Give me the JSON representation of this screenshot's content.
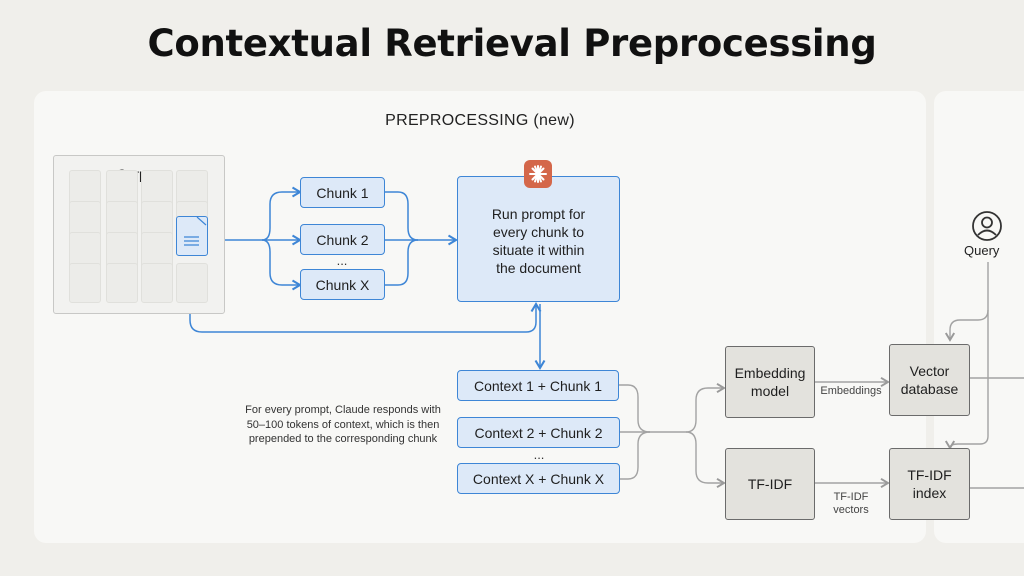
{
  "title": "Contextual Retrieval Preprocessing",
  "panel": {
    "title": "PREPROCESSING (new)"
  },
  "corpus": {
    "label": "Corpus"
  },
  "chunks": [
    {
      "label": "Chunk 1"
    },
    {
      "label": "Chunk 2"
    },
    {
      "label": "Chunk X"
    }
  ],
  "chunk_ellipsis": "...",
  "prompt_box": {
    "label": "Run prompt for\nevery chunk to\nsituate it within\nthe document"
  },
  "context_chunks": [
    {
      "label": "Context 1 + Chunk 1"
    },
    {
      "label": "Context 2 + Chunk 2"
    },
    {
      "label": "Context X + Chunk X"
    }
  ],
  "context_ellipsis": "...",
  "note": "For every prompt, Claude responds with 50–100 tokens of context, which is then prepended to the corresponding chunk",
  "embedding_model": {
    "label": "Embedding\nmodel"
  },
  "tfidf": {
    "label": "TF-IDF"
  },
  "vector_db": {
    "label": "Vector\ndatabase"
  },
  "tfidf_index": {
    "label": "TF-IDF\nindex"
  },
  "edge_labels": {
    "embeddings": "Embeddings",
    "tfidf_vectors": "TF-IDF\nvectors"
  },
  "query": {
    "label": "Query"
  },
  "colors": {
    "accent_blue": "#3e86d6",
    "fill_blue": "#dde9f8",
    "claude_orange": "#d4674a",
    "gray_wire": "#a3a3a3"
  }
}
